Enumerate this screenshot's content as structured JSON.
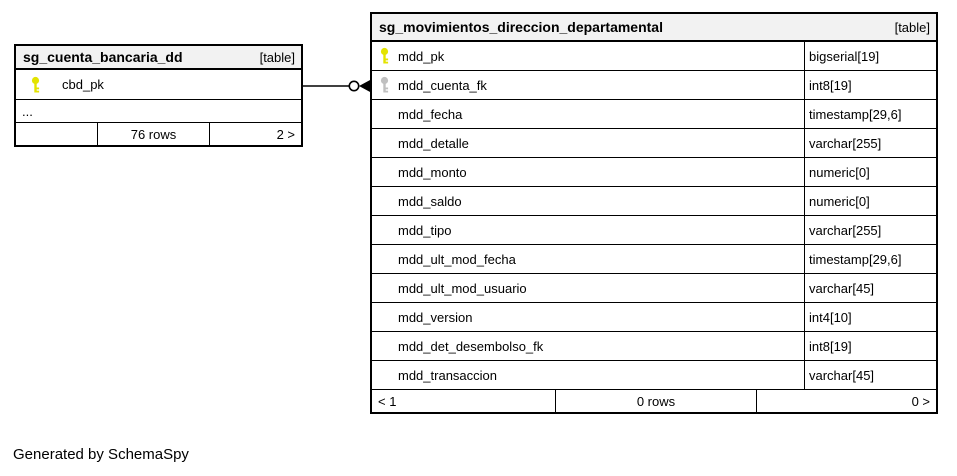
{
  "footer_note": "Generated by SchemaSpy",
  "colors": {
    "primary_key_icon": "#e3e300",
    "foreign_key_icon": "#c0c0c0",
    "header_bg": "#f2f2f2",
    "border": "#000000",
    "row_bg": "#ffffff"
  },
  "left_table": {
    "title": "sg_cuenta_bancaria_dd",
    "badge": "[table]",
    "columns": [
      {
        "name": "cbd_pk",
        "key": "primary"
      }
    ],
    "ellipsis": "...",
    "footer": {
      "left": "",
      "center": "76 rows",
      "right": "2 >"
    }
  },
  "right_table": {
    "title": "sg_movimientos_direccion_departamental",
    "badge": "[table]",
    "columns": [
      {
        "name": "mdd_pk",
        "type": "bigserial[19]",
        "key": "primary"
      },
      {
        "name": "mdd_cuenta_fk",
        "type": "int8[19]",
        "key": "foreign"
      },
      {
        "name": "mdd_fecha",
        "type": "timestamp[29,6]",
        "key": null
      },
      {
        "name": "mdd_detalle",
        "type": "varchar[255]",
        "key": null
      },
      {
        "name": "mdd_monto",
        "type": "numeric[0]",
        "key": null
      },
      {
        "name": "mdd_saldo",
        "type": "numeric[0]",
        "key": null
      },
      {
        "name": "mdd_tipo",
        "type": "varchar[255]",
        "key": null
      },
      {
        "name": "mdd_ult_mod_fecha",
        "type": "timestamp[29,6]",
        "key": null
      },
      {
        "name": "mdd_ult_mod_usuario",
        "type": "varchar[45]",
        "key": null
      },
      {
        "name": "mdd_version",
        "type": "int4[10]",
        "key": null
      },
      {
        "name": "mdd_det_desembolso_fk",
        "type": "int8[19]",
        "key": null
      },
      {
        "name": "mdd_transaccion",
        "type": "varchar[45]",
        "key": null
      }
    ],
    "footer": {
      "left": "< 1",
      "center": "0 rows",
      "right": "0 >"
    }
  },
  "relationship": {
    "from_column": "cbd_pk",
    "to_column": "mdd_cuenta_fk"
  }
}
